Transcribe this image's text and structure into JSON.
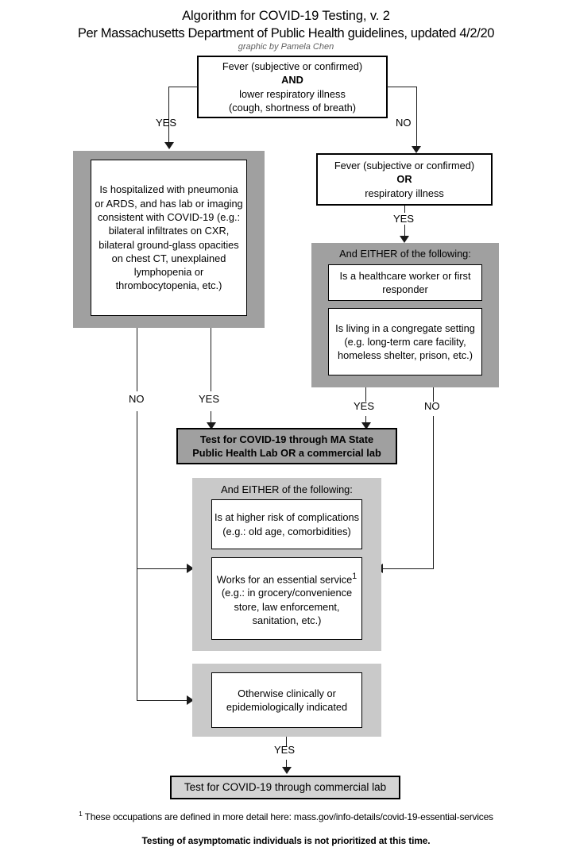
{
  "header": {
    "title_line1": "Algorithm for COVID-19 Testing, v. 2",
    "title_line2": "Per Massachusetts Department of Public Health guidelines, updated 4/2/20",
    "credit": "graphic by Pamela Chen"
  },
  "colors": {
    "group_dark": "#a0a0a0",
    "group_light": "#c9c9c9",
    "test_primary_fill": "#a0a0a0",
    "test_secondary_fill": "#d4d4d4",
    "line": "#1a1a1a",
    "text": "#000000"
  },
  "nodes": {
    "root": {
      "line1": "Fever (subjective or confirmed)",
      "operator": "AND",
      "line3": "lower respiratory illness",
      "line4": "(cough, shortness of breath)"
    },
    "hospitalized": {
      "text": "Is hospitalized with pneumonia or ARDS, and has lab or imaging consistent with COVID-19 (e.g.:  bilateral infiltrates on CXR, bilateral ground-glass opacities on chest CT, unexplained lymphopenia or thrombocytopenia, etc.)"
    },
    "fever_or": {
      "line1": "Fever (subjective or confirmed)",
      "operator": "OR",
      "line3": "respiratory illness"
    },
    "either_group_upper": {
      "heading": "And EITHER of the following:",
      "option_1": "Is a healthcare worker or first responder",
      "option_2": "Is living in a congregate setting (e.g. long-term care facility, homeless shelter, prison, etc.)"
    },
    "test_state_lab": {
      "line1": "Test for COVID-19 through MA State",
      "line2": "Public Health Lab OR a commercial lab"
    },
    "either_group_lower": {
      "heading": "And EITHER of the following:",
      "option_1": "Is at higher risk of complications (e.g.: old age, comorbidities)",
      "option_2_pre": "Works for an essential service",
      "option_2_sup": "1",
      "option_2_post": " (e.g.: in grocery/convenience store, law enforcement, sanitation, etc.)"
    },
    "otherwise_group": {
      "text": "Otherwise clinically or epidemiologically indicated"
    },
    "test_commercial_lab": {
      "text": "Test for COVID-19 through commercial lab"
    }
  },
  "edges": {
    "root_yes": "YES",
    "root_no": "NO",
    "fever_or_yes": "YES",
    "hospitalized_no": "NO",
    "hospitalized_yes": "YES",
    "either_upper_yes": "YES",
    "either_upper_no": "NO",
    "otherwise_yes": "YES"
  },
  "footnotes": {
    "marker": "1",
    "text": " These occupations are defined in more detail here: mass.gov/info-details/covid-19-essential-services",
    "emphasis": "Testing of asymptomatic individuals is not prioritized at this time."
  }
}
